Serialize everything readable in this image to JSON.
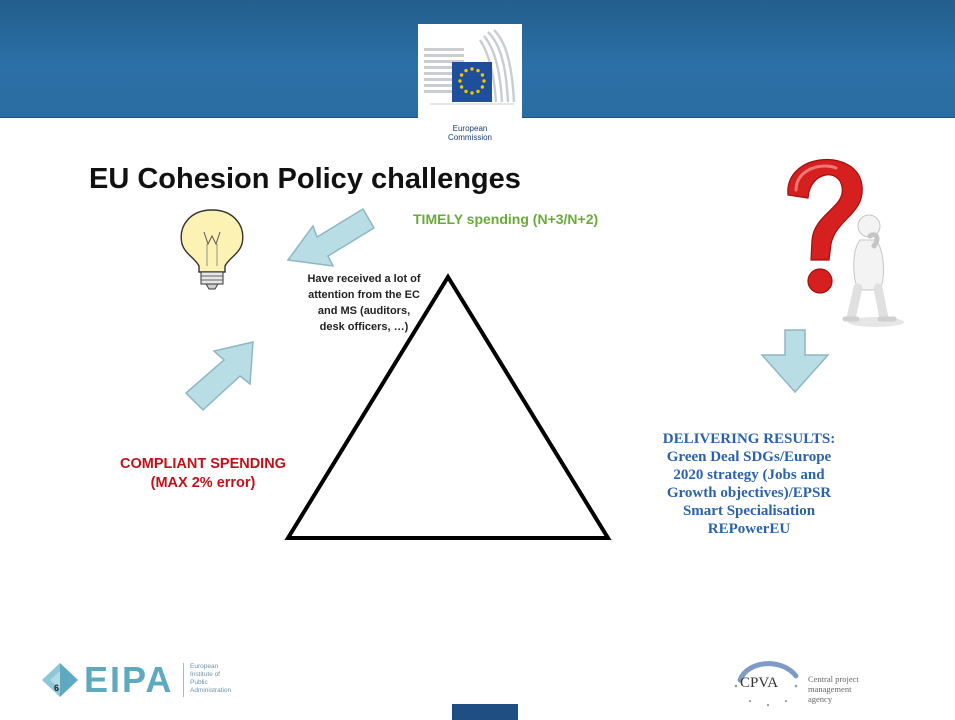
{
  "slide": {
    "title": "EU Cohesion Policy challenges",
    "page_number": "6"
  },
  "header": {
    "logo": {
      "icon": "european-commission-logo",
      "caption_line1": "European",
      "caption_line2": "Commission"
    }
  },
  "challenges": {
    "timely": "TIMELY spending (N+3/N+2)",
    "attention_lines": [
      "Have received a lot of",
      "attention from the EC",
      "and  MS (auditors,",
      "desk officers, …)"
    ],
    "compliant_lines": [
      "COMPLIANT SPENDING",
      "(MAX 2% error)"
    ],
    "results_lines": [
      "DELIVERING RESULTS:",
      "Green Deal SDGs/Europe",
      "2020  strategy (Jobs and",
      "Growth objectives)/EPSR",
      "Smart Specialisation",
      "REPowerEU"
    ]
  },
  "footer": {
    "eipa": {
      "word": "EIPA",
      "sub_lines": [
        "European",
        "Institute of",
        "Public",
        "Administration"
      ]
    },
    "cpva": {
      "word": "CPVA",
      "sub_lines": [
        "Central project",
        "management",
        "agency"
      ]
    }
  },
  "colors": {
    "header_blue": "#2b70a6",
    "timely_green": "#6aaa3a",
    "compliant_red": "#c0111a",
    "results_blue": "#2a63a8",
    "arrow_fill": "#b9dde5",
    "arrow_stroke": "#8db7c2",
    "question_red": "#d61f1f",
    "eipa_teal": "#5fa9c0"
  },
  "icons": [
    "european-commission-logo",
    "lightbulb-icon",
    "arrow-left-down-icon",
    "arrow-up-right-icon",
    "arrow-down-icon",
    "question-mark-figure",
    "eipa-logo",
    "cpva-logo"
  ]
}
